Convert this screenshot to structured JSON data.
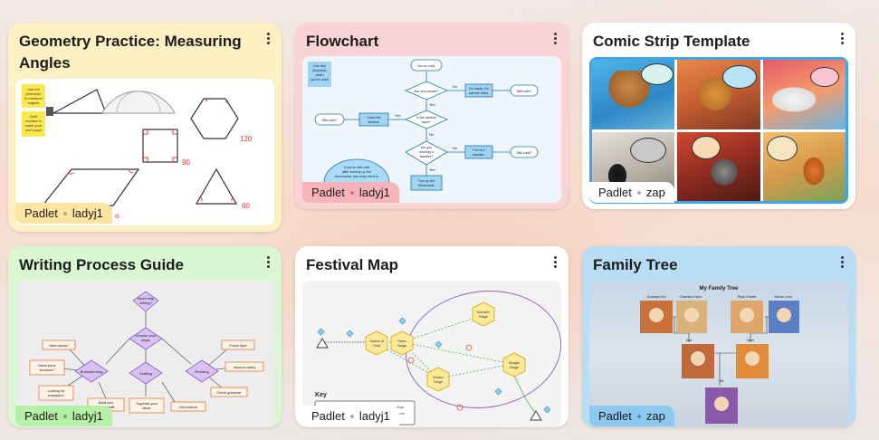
{
  "cards": [
    {
      "id": "geometry",
      "title": "Geometry Practice: Measuring Angles",
      "attribution": {
        "brand": "Padlet",
        "user": "ladyj1"
      },
      "thumbnail": {
        "notes": [
          "Use the protractor to measure angles!",
          "Click remake to make your own copy!"
        ],
        "marks": [
          "120",
          "60",
          "o"
        ]
      }
    },
    {
      "id": "flowchart",
      "title": "Flowchart",
      "attribution": {
        "brand": "Padlet",
        "user": "ladyj1"
      },
      "thumbnail": {
        "note": "Use this flowchart when you're cold!",
        "nodes": [
          "You're cold.",
          "Are you inside?",
          "Go inside. It's warmer there.",
          "Still cold?",
          "Is the window open?",
          "Close the window.",
          "Still cold?",
          "Are you wearing a sweater?",
          "Put on a sweater.",
          "Still cold?",
          "Turn up the thermostat.",
          "If you're still cold after turning up the thermostat, you may need to"
        ],
        "edge_labels": [
          "No",
          "Yes",
          "Yes",
          "No",
          "No",
          "Yes"
        ]
      }
    },
    {
      "id": "comic",
      "title": "Comic Strip Template",
      "attribution": {
        "brand": "Padlet",
        "user": "zap"
      },
      "thumbnail": {
        "panels": [
          "dog",
          "cat",
          "puppy",
          "black-cat",
          "raccoon",
          "squirrel"
        ]
      }
    },
    {
      "id": "writing",
      "title": "Writing Process Guide",
      "attribution": {
        "brand": "Padlet",
        "user": "ladyj1"
      },
      "thumbnail": {
        "nodes": [
          "Need help writing?",
          "Choose your stage",
          "Brainstorming",
          "Drafting",
          "Revising",
          "Need ideas?",
          "Need some structure?",
          "Looking for examples?",
          "Build your rough draft",
          "Organize your ideas",
          "Get unstuck",
          "Polish style",
          "Improve clarity",
          "Check grammar"
        ]
      }
    },
    {
      "id": "festival",
      "title": "Festival Map",
      "attribution": {
        "brand": "Padlet",
        "user": "ladyj1"
      },
      "thumbnail": {
        "nodes": [
          "Towers of Gold",
          "Swan Stage",
          "Monster Stage",
          "Beagle Stage",
          "Aviator Stage"
        ],
        "legend_title": "Key",
        "legend_items": [
          "Stage",
          "Route"
        ]
      }
    },
    {
      "id": "family",
      "title": "Family Tree",
      "attribution": {
        "brand": "Padlet",
        "user": "zap"
      },
      "thumbnail": {
        "heading": "My Family Tree",
        "people": [
          "Grandpa Ted",
          "Grandma Nora",
          "Papa Charlie",
          "Mama Lena",
          "Dad",
          "Mom",
          "Me"
        ]
      }
    }
  ],
  "colors": {
    "yellow": "#fdf0c2",
    "pink": "#fad4d4",
    "white": "#ffffff",
    "green": "#d8f7d2",
    "blue": "#b8ddf5"
  }
}
